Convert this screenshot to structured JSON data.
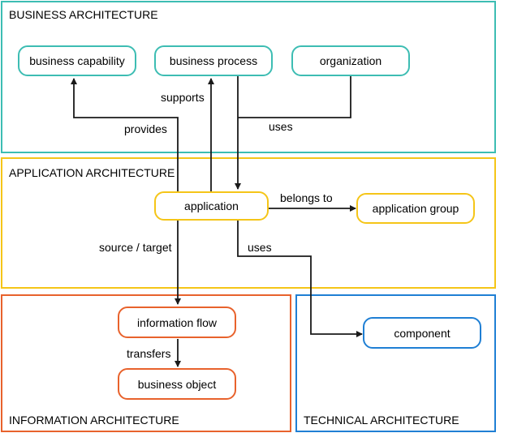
{
  "colors": {
    "business": "#3dbdb3",
    "application": "#f5c518",
    "information": "#e8622c",
    "technical": "#1f7fd4",
    "edge": "#1a1a1a"
  },
  "layers": {
    "business": "BUSINESS ARCHITECTURE",
    "application": "APPLICATION ARCHITECTURE",
    "information": "INFORMATION ARCHITECTURE",
    "technical": "TECHNICAL ARCHITECTURE"
  },
  "nodes": {
    "business_capability": "business capability",
    "business_process": "business process",
    "organization": "organization",
    "application": "application",
    "application_group": "application group",
    "information_flow": "information flow",
    "business_object": "business object",
    "component": "component"
  },
  "edges": {
    "provides": "provides",
    "supports": "supports",
    "uses_organization": "uses",
    "belongs_to": "belongs to",
    "source_target": "source / target",
    "uses_component": "uses",
    "transfers": "transfers"
  }
}
